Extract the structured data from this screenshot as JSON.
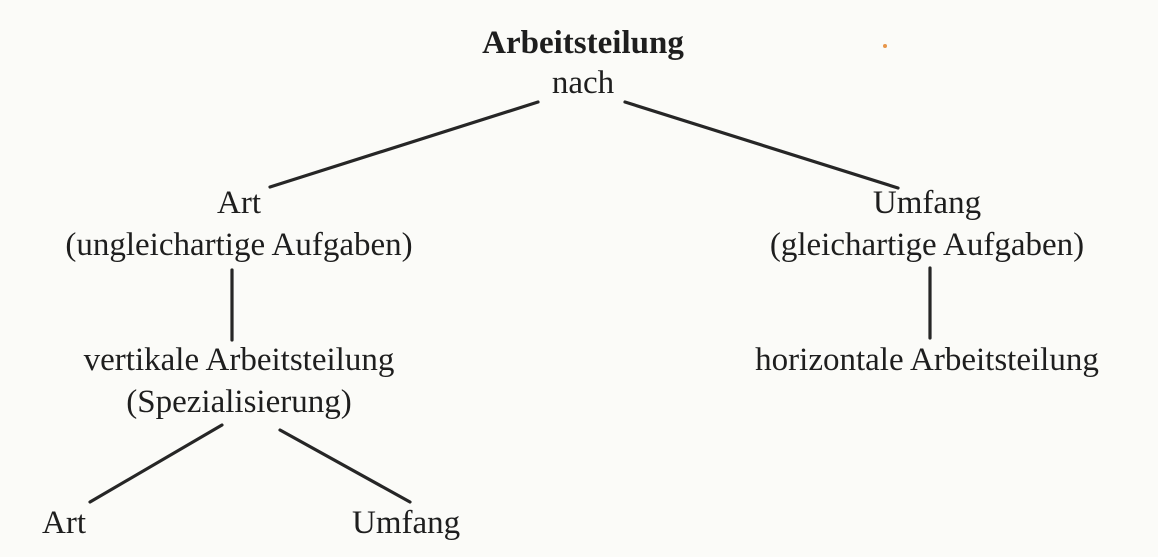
{
  "nodes": {
    "root": {
      "title": "Arbeitsteilung",
      "subtitle": "nach"
    },
    "art": {
      "line1": "Art",
      "line2": "(ungleichartige Aufgaben)"
    },
    "umfang": {
      "line1": "Umfang",
      "line2": "(gleichartige Aufgaben)"
    },
    "vertikal": {
      "line1": "vertikale Arbeitsteilung",
      "line2": "(Spezialisierung)"
    },
    "horizontal": {
      "line1": "horizontale Arbeitsteilung"
    },
    "leaf_art": {
      "label": "Art"
    },
    "leaf_umfang": {
      "label": "Umfang"
    }
  },
  "edges": [
    {
      "from": "root",
      "to": "art"
    },
    {
      "from": "root",
      "to": "umfang"
    },
    {
      "from": "art",
      "to": "vertikal"
    },
    {
      "from": "umfang",
      "to": "horizontal"
    },
    {
      "from": "vertikal",
      "to": "leaf_art"
    },
    {
      "from": "vertikal",
      "to": "leaf_umfang"
    }
  ],
  "colors": {
    "ink": "#1e1e1e",
    "paper": "#fbfbf8",
    "speck": "#e8964a"
  }
}
